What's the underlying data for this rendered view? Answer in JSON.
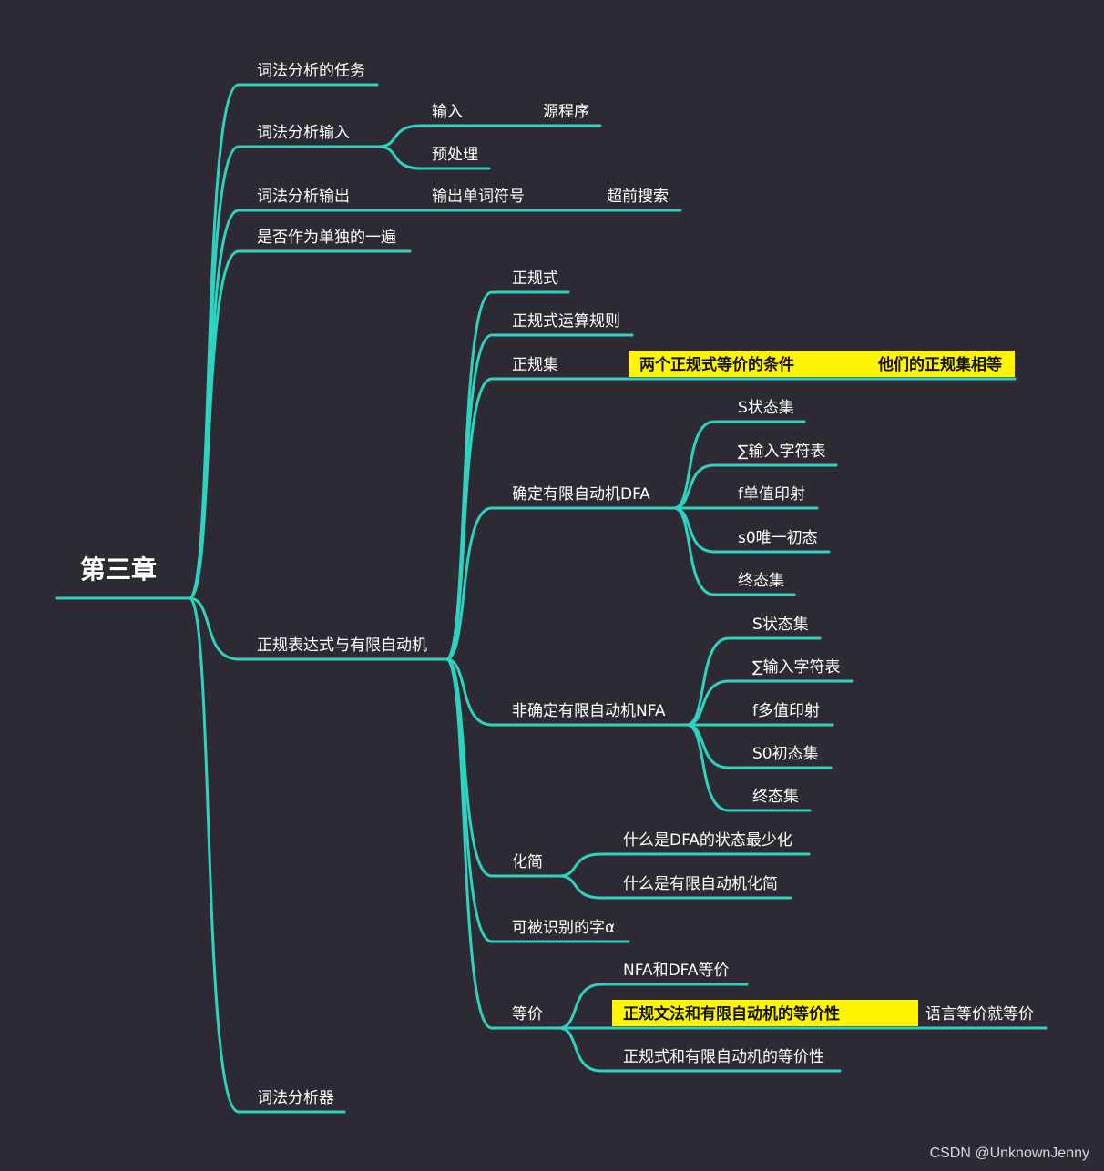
{
  "root": {
    "label": "第三章"
  },
  "branches": [
    {
      "label": "词法分析的任务",
      "children": []
    },
    {
      "label": "词法分析输入",
      "children": [
        {
          "label": "输入",
          "children": [
            {
              "label": "源程序"
            }
          ]
        },
        {
          "label": "预处理"
        }
      ]
    },
    {
      "label": "词法分析输出",
      "children": [
        {
          "label": "输出单词符号",
          "children": [
            {
              "label": "超前搜索"
            }
          ]
        }
      ]
    },
    {
      "label": "是否作为单独的一遍",
      "children": []
    },
    {
      "label": "正规表达式与有限自动机",
      "children": [
        {
          "label": "正规式"
        },
        {
          "label": "正规式运算规则"
        },
        {
          "label": "正规集",
          "children": [
            {
              "label": "两个正规式等价的条件",
              "highlight": true,
              "children": [
                {
                  "label": "他们的正规集相等",
                  "highlight": true
                }
              ]
            }
          ]
        },
        {
          "label": "确定有限自动机DFA",
          "children": [
            {
              "label": "S状态集"
            },
            {
              "label": "∑输入字符表"
            },
            {
              "label": "f单值印射"
            },
            {
              "label": "s0唯一初态"
            },
            {
              "label": "终态集"
            }
          ]
        },
        {
          "label": "非确定有限自动机NFA",
          "children": [
            {
              "label": "S状态集"
            },
            {
              "label": "∑输入字符表"
            },
            {
              "label": "f多值印射"
            },
            {
              "label": "S0初态集"
            },
            {
              "label": "终态集"
            }
          ]
        },
        {
          "label": "化简",
          "children": [
            {
              "label": "什么是DFA的状态最少化"
            },
            {
              "label": "什么是有限自动机化简"
            }
          ]
        },
        {
          "label": "可被识别的字α"
        },
        {
          "label": "等价",
          "children": [
            {
              "label": "NFA和DFA等价"
            },
            {
              "label": "正规文法和有限自动机的等价性",
              "highlight": true,
              "children": [
                {
                  "label": "语言等价就等价"
                }
              ]
            },
            {
              "label": "正规式和有限自动机的等价性"
            }
          ]
        }
      ]
    },
    {
      "label": "词法分析器",
      "children": []
    }
  ],
  "watermark": "CSDN @UnknownJenny",
  "colors": {
    "background": "#2e2a33",
    "branch": "#2ed3bf",
    "highlight": "#fff500",
    "text": "#ffffff"
  }
}
